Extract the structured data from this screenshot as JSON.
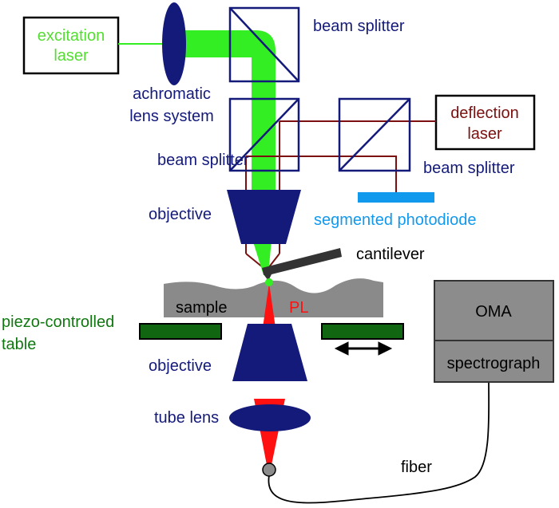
{
  "labels": {
    "excitation_laser_line1": "excitation",
    "excitation_laser_line2": "laser",
    "beam_splitter_top": "beam splitter",
    "achromatic_line1": "achromatic",
    "achromatic_line2": "lens system",
    "beam_splitter_mid": "beam splitter",
    "deflection_laser_line1": "deflection",
    "deflection_laser_line2": "laser",
    "beam_splitter_right": "beam splitter",
    "objective_top": "objective",
    "segmented_photodiode": "segmented photodiode",
    "cantilever": "cantilever",
    "sample": "sample",
    "pl": "PL",
    "piezo_line1": "piezo-controlled",
    "piezo_line2": "table",
    "objective_bottom": "objective",
    "oma": "OMA",
    "spectrograph": "spectrograph",
    "tube_lens": "tube lens",
    "fiber": "fiber"
  },
  "colors": {
    "navy": "#141a7a",
    "excitation_green": "#33ee22",
    "excitation_text": "#55dd33",
    "deflection_red": "#7a1010",
    "pl_red": "#ff1111",
    "photodiode_blue": "#1199ee",
    "sample_gray": "#8a8a8a",
    "table_green": "#116611",
    "piezo_text": "#117711",
    "oma_gray": "#8c8c8c",
    "black": "#000000"
  }
}
